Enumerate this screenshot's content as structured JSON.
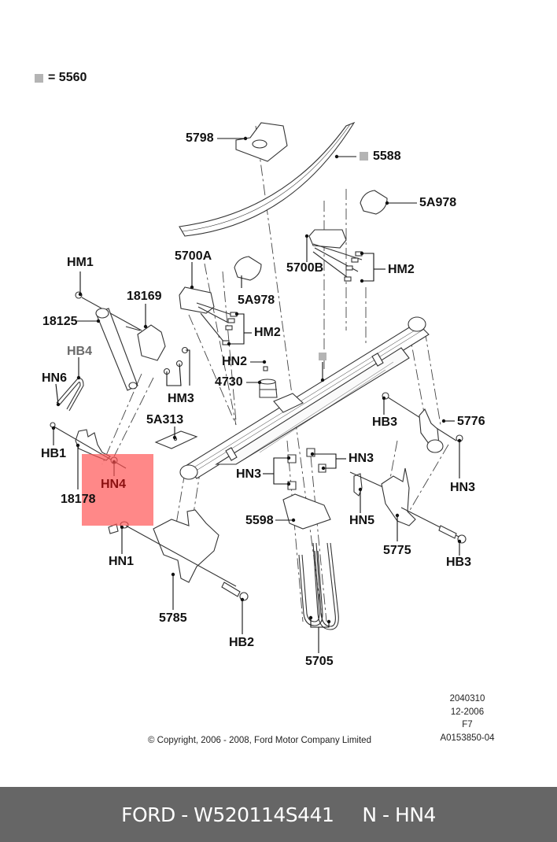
{
  "legend": {
    "swatch_color": "#b4b4b4",
    "text": "= 5560"
  },
  "callouts": {
    "c5798": "5798",
    "c5588": "5588",
    "c5A978_top": "5A978",
    "c5700B": "5700B",
    "cHM2_right": "HM2",
    "cHM1": "HM1",
    "c5700A": "5700A",
    "c5A978_mid": "5A978",
    "c18169": "18169",
    "c18125": "18125",
    "cHM2_mid": "HM2",
    "cHB4": "HB4",
    "cHN2": "HN2",
    "c4730": "4730",
    "cHN6": "HN6",
    "cHM3": "HM3",
    "cHB3_top": "HB3",
    "c5776": "5776",
    "c5A313": "5A313",
    "cHB1": "HB1",
    "cHN3_right": "HN3",
    "cHN3_left": "HN3",
    "cHN3_far": "HN3",
    "cHN4": "HN4",
    "c18178": "18178",
    "c5598": "5598",
    "cHN5": "HN5",
    "c5775": "5775",
    "cHB3_bottom": "HB3",
    "cHN1": "HN1",
    "c5785": "5785",
    "cHB2": "HB2",
    "c5705": "5705"
  },
  "highlight": {
    "target": "HN4",
    "color": "#ff5050"
  },
  "meta": {
    "code": "2040310",
    "date": "12-2006",
    "ref": "F7",
    "drawing_number": "A0153850-04"
  },
  "copyright": "© Copyright, 2006 - 2008, Ford Motor Company Limited",
  "footer": {
    "part": "FORD - W520114S441",
    "position": "N - HN4"
  }
}
